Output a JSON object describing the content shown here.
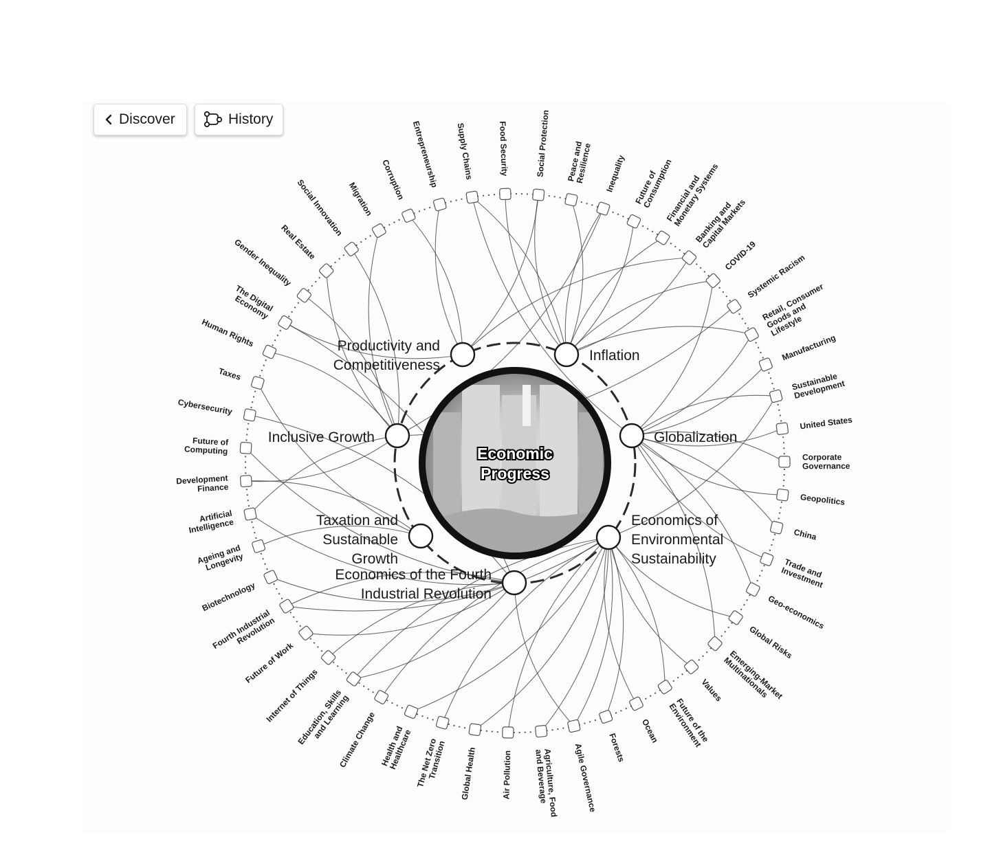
{
  "toolbar": {
    "discover_label": "Discover",
    "history_label": "History"
  },
  "icons": {
    "discover": "chevron-left-icon",
    "history": "history-nodes-icon"
  },
  "center_topic": "Economic Progress",
  "key_issues": [
    {
      "name": "Productivity and Competitiveness",
      "lines": [
        "Productivity and",
        "Competitiveness"
      ],
      "slug": "productivity-and-competitiveness"
    },
    {
      "name": "Inflation",
      "lines": [
        "Inflation"
      ],
      "slug": "inflation"
    },
    {
      "name": "Globalization",
      "lines": [
        "Globalization"
      ],
      "slug": "globalization"
    },
    {
      "name": "Economics of Environmental Sustainability",
      "lines": [
        "Economics of",
        "Environmental",
        "Sustainability"
      ],
      "slug": "economics-of-environmental-sustainability"
    },
    {
      "name": "Economics of the Fourth Industrial Revolution",
      "lines": [
        "Economics of the Fourth",
        "Industrial Revolution"
      ],
      "slug": "economics-of-the-fourth-industrial-revolution"
    },
    {
      "name": "Taxation and Sustainable Growth",
      "lines": [
        "Taxation and",
        "Sustainable",
        "Growth"
      ],
      "slug": "taxation-and-sustainable-growth"
    },
    {
      "name": "Inclusive Growth",
      "lines": [
        "Inclusive Growth"
      ],
      "slug": "inclusive-growth"
    }
  ],
  "related_topics": [
    {
      "name": "Social Protection",
      "lines": [
        "Social Protection"
      ],
      "slug": "social-protection",
      "links": [
        1,
        0
      ]
    },
    {
      "name": "Peace and Resilience",
      "lines": [
        "Peace and",
        "Resilience"
      ],
      "slug": "peace-and-resilience",
      "links": [
        1
      ]
    },
    {
      "name": "Inequality",
      "lines": [
        "Inequality"
      ],
      "slug": "inequality",
      "links": [
        1,
        6
      ]
    },
    {
      "name": "Future of Consumption",
      "lines": [
        "Future of",
        "Consumption"
      ],
      "slug": "future-of-consumption",
      "links": [
        1
      ]
    },
    {
      "name": "Financial and Monetary Systems",
      "lines": [
        "Financial and",
        "Monetary Systems"
      ],
      "slug": "financial-and-monetary-systems",
      "links": [
        1
      ]
    },
    {
      "name": "Banking and Capital Markets",
      "lines": [
        "Banking and",
        "Capital Markets"
      ],
      "slug": "banking-and-capital-markets",
      "links": [
        1,
        0
      ]
    },
    {
      "name": "COVID-19",
      "lines": [
        "COVID-19"
      ],
      "slug": "covid-19",
      "links": [
        1,
        2
      ]
    },
    {
      "name": "Systemic Racism",
      "lines": [
        "Systemic Racism"
      ],
      "slug": "systemic-racism",
      "links": [
        6
      ]
    },
    {
      "name": "Retail, Consumer Goods and Lifestyle",
      "lines": [
        "Retail, Consumer",
        "Goods and",
        "Lifestyle"
      ],
      "slug": "retail-consumer-goods-and-lifestyle",
      "links": [
        1,
        2
      ]
    },
    {
      "name": "Manufacturing",
      "lines": [
        "Manufacturing"
      ],
      "slug": "manufacturing",
      "links": [
        2
      ]
    },
    {
      "name": "Sustainable Development",
      "lines": [
        "Sustainable",
        "Development"
      ],
      "slug": "sustainable-development",
      "links": [
        2,
        3
      ]
    },
    {
      "name": "United States",
      "lines": [
        "United States"
      ],
      "slug": "united-states",
      "links": [
        2
      ]
    },
    {
      "name": "Corporate Governance",
      "lines": [
        "Corporate",
        "Governance"
      ],
      "slug": "corporate-governance",
      "links": [
        2
      ]
    },
    {
      "name": "Geopolitics",
      "lines": [
        "Geopolitics"
      ],
      "slug": "geopolitics",
      "links": [
        2
      ]
    },
    {
      "name": "China",
      "lines": [
        "China"
      ],
      "slug": "china",
      "links": [
        2
      ]
    },
    {
      "name": "Trade and Investment",
      "lines": [
        "Trade and",
        "Investment"
      ],
      "slug": "trade-and-investment",
      "links": [
        2
      ]
    },
    {
      "name": "Geo-economics",
      "lines": [
        "Geo-economics"
      ],
      "slug": "geo-economics",
      "links": [
        2
      ]
    },
    {
      "name": "Global Risks",
      "lines": [
        "Global Risks"
      ],
      "slug": "global-risks",
      "links": [
        3
      ]
    },
    {
      "name": "Emerging-Market Multinationals",
      "lines": [
        "Emerging-Market",
        "Multinationals"
      ],
      "slug": "emerging-market-multinationals",
      "links": [
        2
      ]
    },
    {
      "name": "Values",
      "lines": [
        "Values"
      ],
      "slug": "values",
      "links": [
        3
      ]
    },
    {
      "name": "Future of the Environment",
      "lines": [
        "Future of the",
        "Environment"
      ],
      "slug": "future-of-the-environment",
      "links": [
        3
      ]
    },
    {
      "name": "Ocean",
      "lines": [
        "Ocean"
      ],
      "slug": "ocean",
      "links": [
        3
      ]
    },
    {
      "name": "Forests",
      "lines": [
        "Forests"
      ],
      "slug": "forests",
      "links": [
        3
      ]
    },
    {
      "name": "Agile Governance",
      "lines": [
        "Agile Governance"
      ],
      "slug": "agile-governance",
      "links": [
        4,
        3
      ]
    },
    {
      "name": "Agriculture, Food and Beverage",
      "lines": [
        "Agriculture, Food",
        "and Beverage"
      ],
      "slug": "agriculture-food-and-beverage",
      "links": [
        3
      ]
    },
    {
      "name": "Air Pollution",
      "lines": [
        "Air Pollution"
      ],
      "slug": "air-pollution",
      "links": [
        3
      ]
    },
    {
      "name": "Global Health",
      "lines": [
        "Global Health"
      ],
      "slug": "global-health",
      "links": [
        3
      ]
    },
    {
      "name": "The Net Zero Transition",
      "lines": [
        "The Net Zero",
        "Transition"
      ],
      "slug": "the-net-zero-transition",
      "links": [
        3
      ]
    },
    {
      "name": "Health and Healthcare",
      "lines": [
        "Health and",
        "Healthcare"
      ],
      "slug": "health-and-healthcare",
      "links": [
        3
      ]
    },
    {
      "name": "Climate Change",
      "lines": [
        "Climate Change"
      ],
      "slug": "climate-change",
      "links": [
        3
      ]
    },
    {
      "name": "Education, Skills and Learning",
      "lines": [
        "Education, Skills",
        "and Learning"
      ],
      "slug": "education-skills-and-learning",
      "links": [
        4,
        3
      ]
    },
    {
      "name": "Internet of Things",
      "lines": [
        "Internet of Things"
      ],
      "slug": "internet-of-things",
      "links": [
        4
      ]
    },
    {
      "name": "Future of Work",
      "lines": [
        "Future of Work"
      ],
      "slug": "future-of-work",
      "links": [
        4
      ]
    },
    {
      "name": "Fourth Industrial Revolution",
      "lines": [
        "Fourth Industrial",
        "Revolution"
      ],
      "slug": "fourth-industrial-revolution",
      "links": [
        4,
        3
      ]
    },
    {
      "name": "Biotechnology",
      "lines": [
        "Biotechnology"
      ],
      "slug": "biotechnology",
      "links": [
        4
      ]
    },
    {
      "name": "Ageing and Longevity",
      "lines": [
        "Ageing and",
        "Longevity"
      ],
      "slug": "ageing-and-longevity",
      "links": [
        5
      ]
    },
    {
      "name": "Artificial Intelligence",
      "lines": [
        "Artificial",
        "Intelligence"
      ],
      "slug": "artificial-intelligence",
      "links": [
        4,
        6
      ]
    },
    {
      "name": "Development Finance",
      "lines": [
        "Development",
        "Finance"
      ],
      "slug": "development-finance",
      "links": [
        5,
        6
      ]
    },
    {
      "name": "Future of Computing",
      "lines": [
        "Future of",
        "Computing"
      ],
      "slug": "future-of-computing",
      "links": [
        4
      ]
    },
    {
      "name": "Cybersecurity",
      "lines": [
        "Cybersecurity"
      ],
      "slug": "cybersecurity",
      "links": [
        4
      ]
    },
    {
      "name": "Taxes",
      "lines": [
        "Taxes"
      ],
      "slug": "taxes",
      "links": [
        5
      ]
    },
    {
      "name": "Human Rights",
      "lines": [
        "Human Rights"
      ],
      "slug": "human-rights",
      "links": [
        6
      ]
    },
    {
      "name": "The Digital Economy",
      "lines": [
        "The Digital",
        "Economy"
      ],
      "slug": "the-digital-economy",
      "links": [
        0,
        4
      ]
    },
    {
      "name": "Gender Inequality",
      "lines": [
        "Gender Inequality"
      ],
      "slug": "gender-inequality",
      "links": [
        6
      ]
    },
    {
      "name": "Real Estate",
      "lines": [
        "Real Estate"
      ],
      "slug": "real-estate",
      "links": [
        6
      ]
    },
    {
      "name": "Social Innovation",
      "lines": [
        "Social Innovation"
      ],
      "slug": "social-innovation",
      "links": [
        6
      ]
    },
    {
      "name": "Migration",
      "lines": [
        "Migration"
      ],
      "slug": "migration",
      "links": [
        6
      ]
    },
    {
      "name": "Corruption",
      "lines": [
        "Corruption"
      ],
      "slug": "corruption",
      "links": [
        0
      ]
    },
    {
      "name": "Entrepreneurship",
      "lines": [
        "Entrepreneurship"
      ],
      "slug": "entrepreneurship",
      "links": [
        0
      ]
    },
    {
      "name": "Supply Chains",
      "lines": [
        "Supply Chains"
      ],
      "slug": "supply-chains",
      "links": [
        1,
        2
      ]
    },
    {
      "name": "Food Security",
      "lines": [
        "Food Security"
      ],
      "slug": "food-security",
      "links": [
        1
      ]
    }
  ]
}
